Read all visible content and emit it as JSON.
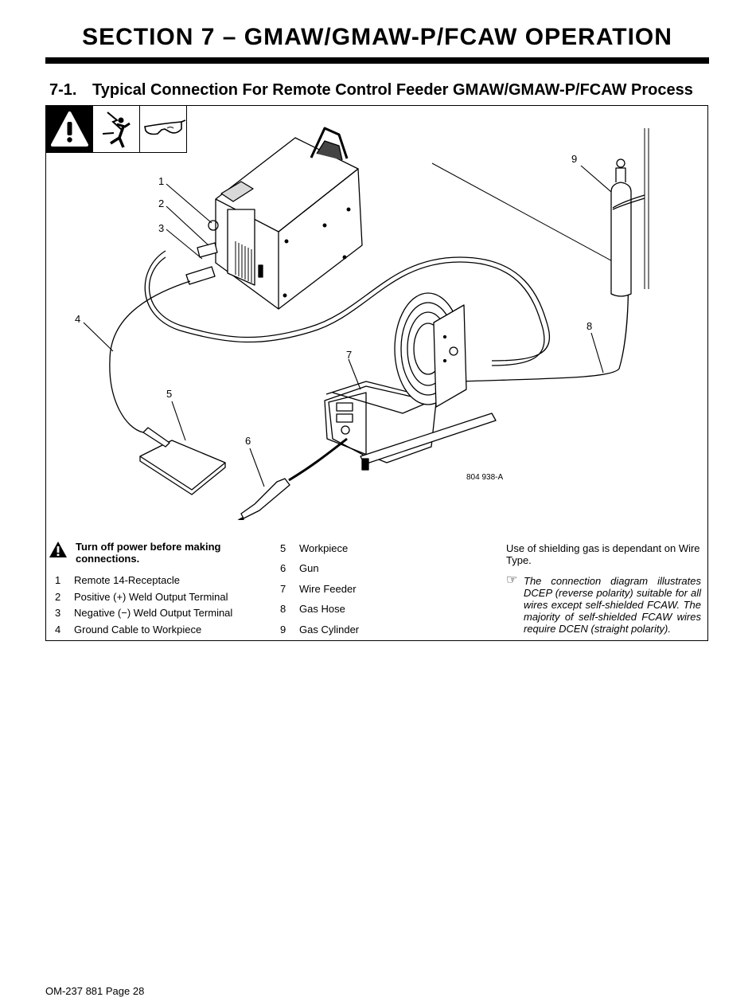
{
  "section_title": "SECTION 7 – GMAW/GMAW-P/FCAW OPERATION",
  "subsection": {
    "number": "7-1.",
    "title": "Typical Connection For Remote Control Feeder GMAW/GMAW-P/FCAW Process"
  },
  "safety_icons": [
    "warning-icon",
    "electric-shock-icon",
    "safety-glasses-icon"
  ],
  "figure": {
    "callouts": [
      "1",
      "2",
      "3",
      "4",
      "5",
      "6",
      "7",
      "8",
      "9"
    ],
    "drawing_number": "804 938-A"
  },
  "legend": {
    "warning": "Turn off power before making connections.",
    "items": [
      {
        "num": "1",
        "label": "Remote 14-Receptacle"
      },
      {
        "num": "2",
        "label": "Positive (+) Weld Output Terminal"
      },
      {
        "num": "3",
        "label": "Negative (−) Weld Output Terminal"
      },
      {
        "num": "4",
        "label": "Ground Cable to Workpiece"
      },
      {
        "num": "5",
        "label": "Workpiece"
      },
      {
        "num": "6",
        "label": "Gun"
      },
      {
        "num": "7",
        "label": "Wire Feeder"
      },
      {
        "num": "8",
        "label": "Gas Hose"
      },
      {
        "num": "9",
        "label": "Gas Cylinder"
      }
    ],
    "gas_note": "Use of shielding gas is dependant on Wire Type.",
    "connection_note": "The connection diagram illustrates DCEP (reverse polarity) suitable for all wires except self-shielded FCAW. The majority of self-shielded FCAW wires require DCEN (straight polarity)."
  },
  "footer": "OM-237 881 Page 28"
}
